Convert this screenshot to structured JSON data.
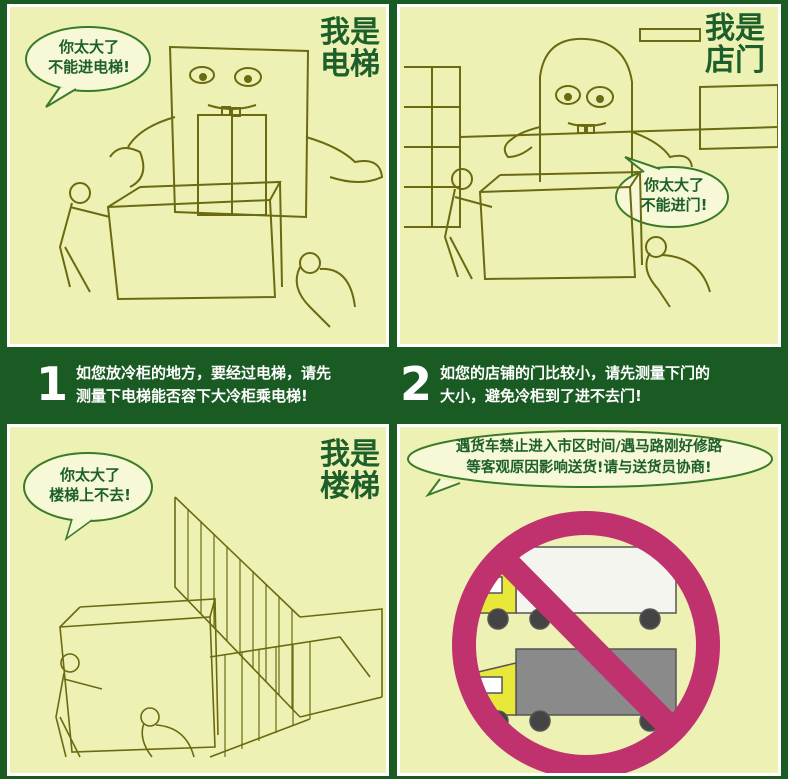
{
  "panels": [
    {
      "title_line1": "我是",
      "title_line2": "电梯",
      "bubble_line1": "你太大了",
      "bubble_line2": "不能进电梯!"
    },
    {
      "title_line1": "我是",
      "title_line2": "店门",
      "bubble_line1": "你太大了",
      "bubble_line2": "不能进门!"
    },
    {
      "title_line1": "我是",
      "title_line2": "楼梯",
      "bubble_line1": "你太大了",
      "bubble_line2": "楼梯上不去!"
    },
    {
      "notice_line1": "遇货车禁止进入市区时间/遇马路刚好修路",
      "notice_line2": "等客观原因影响送货!请与送货员协商!"
    }
  ],
  "tips": [
    {
      "number": "1",
      "line1": "如您放冷柜的地方，要经过电梯，请先",
      "line2": "测量下电梯能否容下大冷柜乘电梯!"
    },
    {
      "number": "2",
      "line1": "如您的店铺的门比较小，请先测量下门的",
      "line2": "大小，避免冷柜到了进不去门!"
    }
  ],
  "colors": {
    "background": "#1a5a23",
    "panel": "#eef1b4",
    "ink": "#1d5f2a",
    "line": "#6a6a00",
    "prohibit": "#c0326e"
  },
  "icons": [
    "elevator-character",
    "door-character",
    "staircase",
    "no-truck-sign"
  ]
}
